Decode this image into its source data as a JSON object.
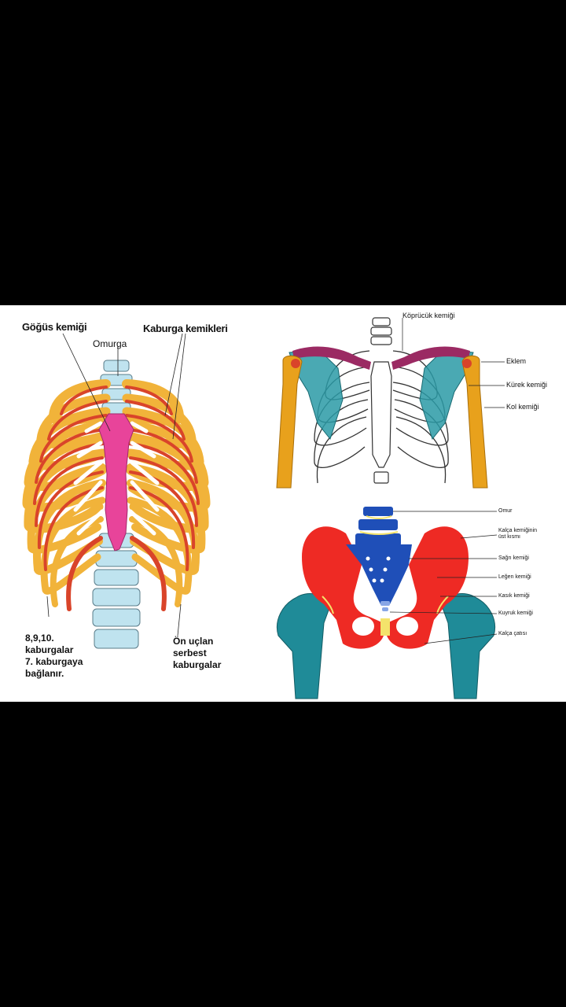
{
  "colors": {
    "background": "#000000",
    "panel": "#ffffff",
    "sternum": "#e8449a",
    "rib_yellow": "#f1b33a",
    "rib_red": "#d9442a",
    "spine": "#bfe3ef",
    "clavicle": "#9b2a63",
    "scapula": "#2a9aa6",
    "humerus": "#e8a11c",
    "pelvis": "#ee2a24",
    "sacrum": "#1f4fb8",
    "femur": "#1f8b98",
    "joint": "#f4e36b"
  },
  "ribcage": {
    "labels": {
      "gogus_kemigi": "Göğüs kemiği",
      "omurga": "Omurga",
      "kaburga_kemikleri": "Kaburga kemikleri",
      "kaburgalar_line1": "8,9,10.",
      "kaburgalar_line2": "kaburgalar",
      "kaburgalar_line3": "7. kaburgaya",
      "kaburgalar_line4": "bağlanır.",
      "on_uclan_line1": "Ön uçlan",
      "on_uclan_line2": "serbest",
      "on_uclan_line3": "kaburgalar"
    }
  },
  "shoulder": {
    "labels": {
      "kopruck": "Köprücük kemiği",
      "eklem": "Eklem",
      "kurek": "Kürek kemiği",
      "kol": "Kol kemiği"
    }
  },
  "pelvis": {
    "labels": {
      "omur": "Omur",
      "kalca_ust_line1": "Kalça kemiğinin",
      "kalca_ust_line2": "üst kısmı",
      "sagri": "Sağrı kemiği",
      "legen": "Leğen kemiği",
      "kasik": "Kasık kemiği",
      "kuyruk": "Kuyruk kemiği",
      "kalca_catisi": "Kalça çatısı"
    }
  }
}
